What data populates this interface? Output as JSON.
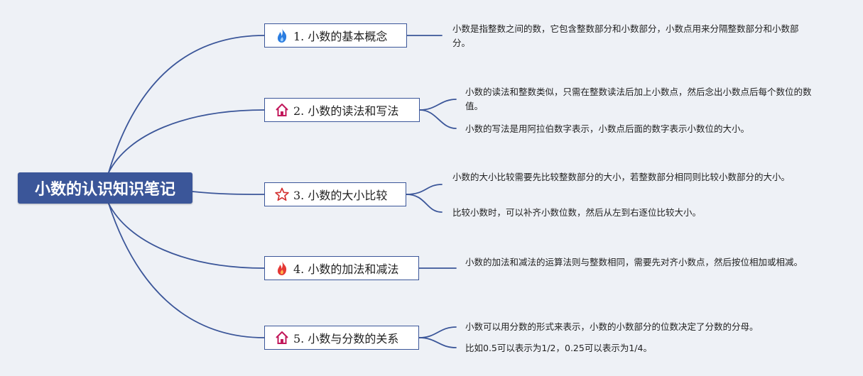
{
  "root": {
    "title": "小数的认识知识笔记"
  },
  "topics": [
    {
      "label": "1. 小数的基本概念",
      "icon": "blue-flame-icon",
      "notes": [
        "小数是指整数之间的数，它包含整数部分和小数部分，小数点用来分隔整数部分和小数部分。"
      ]
    },
    {
      "label": "2. 小数的读法和写法",
      "icon": "house-icon",
      "notes": [
        "小数的读法和整数类似，只需在整数读法后加上小数点，然后念出小数点后每个数位的数值。",
        "小数的写法是用阿拉伯数字表示，小数点后面的数字表示小数位的大小。"
      ]
    },
    {
      "label": "3. 小数的大小比较",
      "icon": "star-outline-icon",
      "notes": [
        "小数的大小比较需要先比较整数部分的大小，若整数部分相同则比较小数部分的大小。",
        "比较小数时，可以补齐小数位数，然后从左到右逐位比较大小。"
      ]
    },
    {
      "label": "4. 小数的加法和减法",
      "icon": "red-flame-icon",
      "notes": [
        "小数的加法和减法的运算法则与整数相同，需要先对齐小数点，然后按位相加或相减。"
      ]
    },
    {
      "label": "5. 小数与分数的关系",
      "icon": "house-icon",
      "notes": [
        "小数可以用分数的形式来表示，小数的小数部分的位数决定了分数的分母。",
        "比如0.5可以表示为1/2，0.25可以表示为1/4。"
      ]
    }
  ],
  "colors": {
    "line": "#3b5699",
    "root_bg": "#3b5699",
    "background": "#eef1f6"
  }
}
